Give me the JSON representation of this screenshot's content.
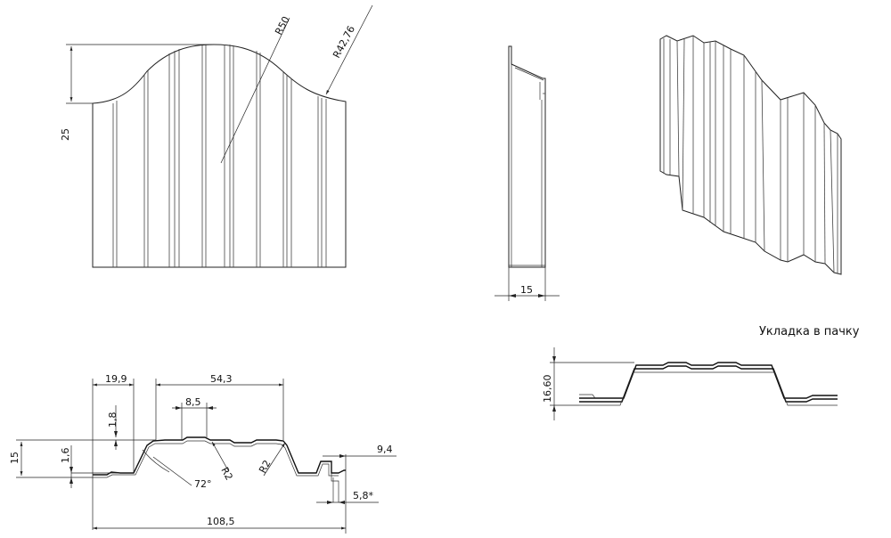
{
  "front_view": {
    "height_dim": "25",
    "radius_top": "R50",
    "radius_side": "R42,76"
  },
  "side_view": {
    "thickness_dim": "15"
  },
  "profile_section": {
    "dim_left_width": "19,9",
    "dim_mid_width": "54,3",
    "dim_small_width": "8,5",
    "dim_rib_height": "1,8",
    "dim_total_height": "15",
    "dim_lower_height": "1,6",
    "angle": "72°",
    "radius_left": "R2",
    "radius_right": "R2",
    "dim_flange": "9,4",
    "dim_lock": "5,8*",
    "dim_total_width": "108,5"
  },
  "stacking": {
    "title": "Укладка в пачку",
    "height_dim": "16,60"
  }
}
